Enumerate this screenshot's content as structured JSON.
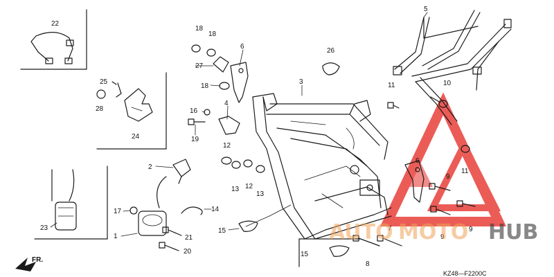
{
  "diagram": {
    "code": "KZ48—F2200C",
    "direction_label": "FR.",
    "watermark": {
      "auto": "AUTO",
      "moto": "MOTO",
      "hub": "HUB",
      "accent": "#e8403a",
      "dark": "#3a3a3a"
    },
    "callouts": {
      "c1": "1",
      "c2": "2",
      "c3": "3",
      "c4": "4",
      "c5": "5",
      "c6a": "6",
      "c6b": "6",
      "c7": "7",
      "c8": "8",
      "c9a": "9",
      "c9b": "9",
      "c9c": "9",
      "c10": "10",
      "c11a": "11",
      "c11b": "11",
      "c12a": "12",
      "c12b": "12",
      "c13a": "13",
      "c13b": "13",
      "c14": "14",
      "c15a": "15",
      "c15b": "15",
      "c16": "16",
      "c17": "17",
      "c18a": "18",
      "c18b": "18",
      "c18c": "18",
      "c19": "19",
      "c20": "20",
      "c21": "21",
      "c22": "22",
      "c23": "23",
      "c24": "24",
      "c25": "25",
      "c26": "26",
      "c27": "27",
      "c28": "28"
    }
  }
}
